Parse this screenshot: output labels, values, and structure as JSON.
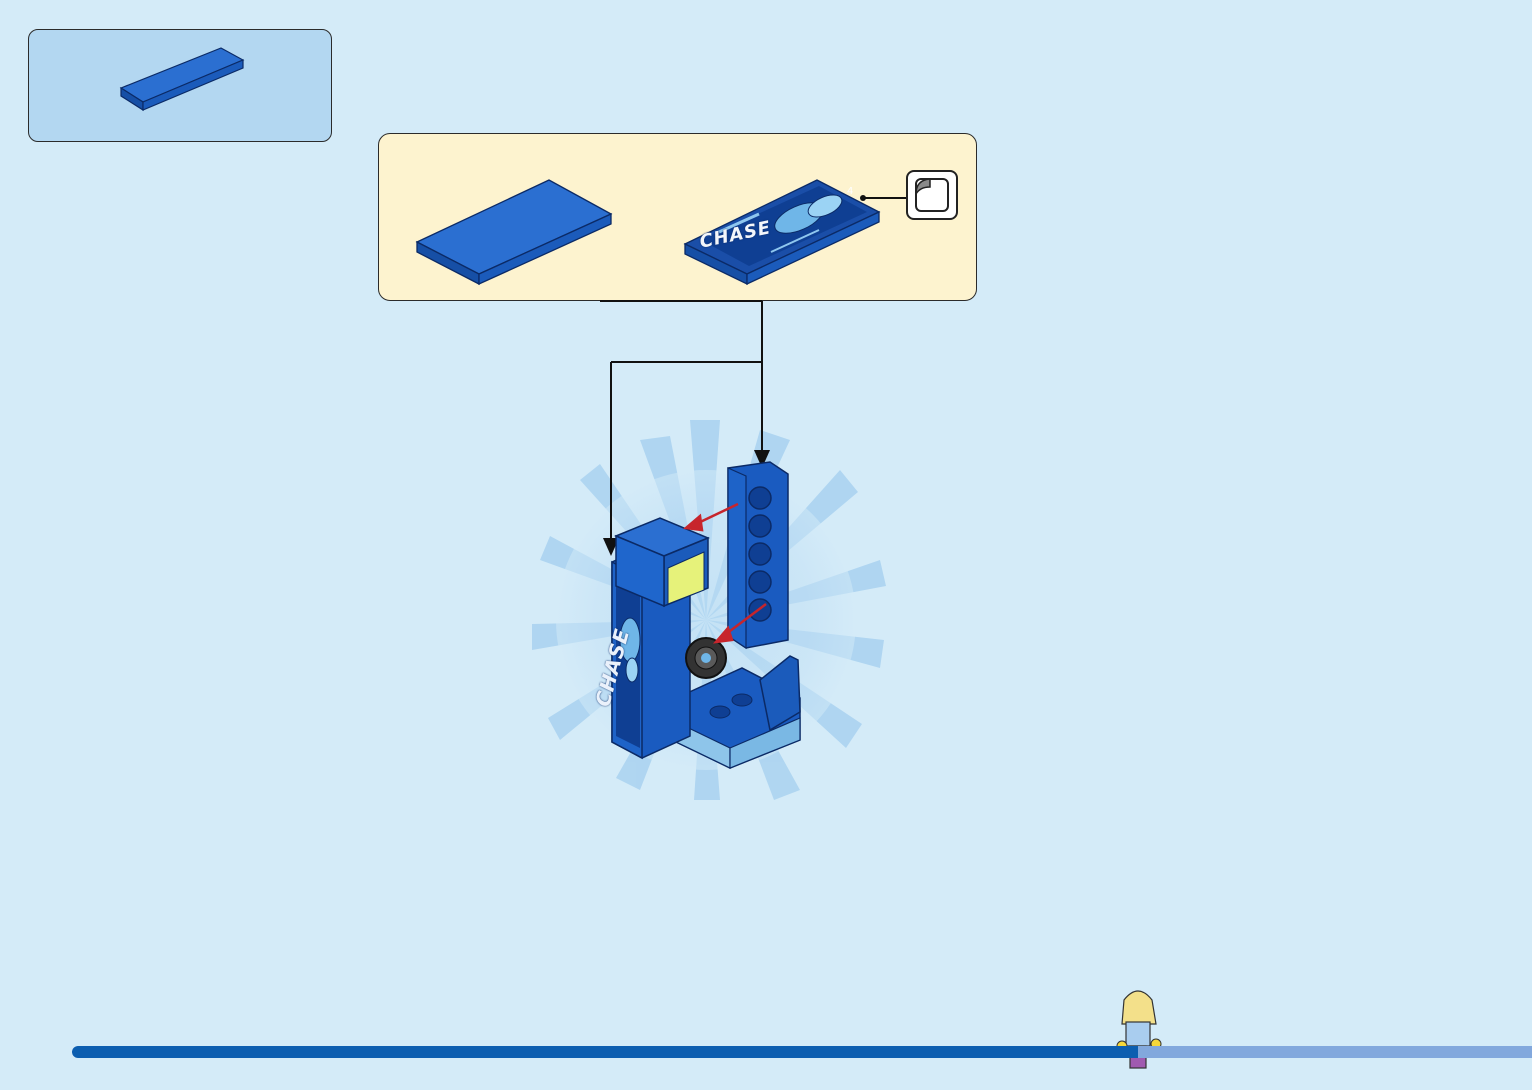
{
  "sticker_text": {
    "flat_tile": "CHASE",
    "cabinet_side": "CHASE"
  },
  "colors": {
    "page_background": "#d4ebf8",
    "parts_box": "#b3d7f1",
    "subassembly_box": "#fdf3cf",
    "brick_blue": "#1d5fc2",
    "brick_blue_dark": "#0b3a86",
    "arrow_red": "#c7252c",
    "progress_fill": "#0c5eb0",
    "progress_track": "#82a8dd"
  },
  "icons": [
    "sticker-icon",
    "minifigure-icon"
  ],
  "progress": {
    "fraction": 0.73
  }
}
